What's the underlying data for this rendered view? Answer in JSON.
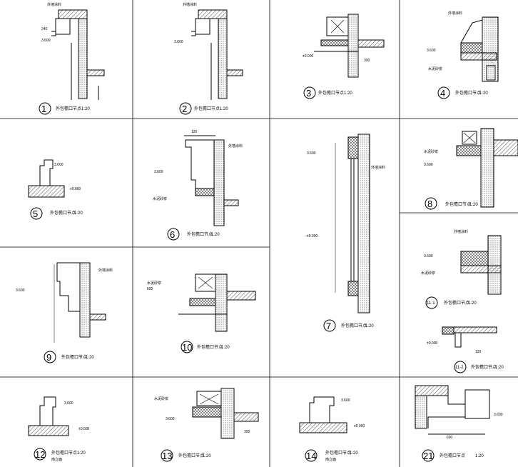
{
  "details": [
    {
      "id": "d1",
      "number": "1",
      "title": "外包檐口节点",
      "scale": "1:20"
    },
    {
      "id": "d2",
      "number": "2",
      "title": "外包檐口节点",
      "scale": "1:20"
    },
    {
      "id": "d3",
      "number": "3",
      "title": "外包檐口节点",
      "scale": "1:20"
    },
    {
      "id": "d4",
      "number": "4",
      "title": "外包檐口节点",
      "scale": "1:20"
    },
    {
      "id": "d5",
      "number": "5",
      "title": "外包檐口节点",
      "scale": "1:20"
    },
    {
      "id": "d6",
      "number": "6",
      "title": "外包檐口节点",
      "scale": "1:20"
    },
    {
      "id": "d7",
      "number": "7",
      "title": "外包檐口节点",
      "scale": "1:20"
    },
    {
      "id": "d8",
      "number": "8",
      "title": "外包檐口节点",
      "scale": "1:20"
    },
    {
      "id": "d9",
      "number": "9",
      "title": "外包檐口节点",
      "scale": "1:20"
    },
    {
      "id": "d10",
      "number": "10",
      "title": "外包檐口节点",
      "scale": "1:20"
    },
    {
      "id": "d11a",
      "number": "11-1",
      "title": "外包檐口节点",
      "scale": "1:20"
    },
    {
      "id": "d11b",
      "number": "11-2",
      "title": "外包檐口节点",
      "scale": "1:20"
    },
    {
      "id": "d12",
      "number": "12",
      "title": "外包檐口节点",
      "scale": "1:20",
      "subtitle": "南立面"
    },
    {
      "id": "d13",
      "number": "13",
      "title": "外包檐口节点",
      "scale": "1:20"
    },
    {
      "id": "d14",
      "number": "14",
      "title": "外包檐口节点",
      "scale": "1:20",
      "subtitle": "南立面"
    },
    {
      "id": "d21",
      "number": "21",
      "title": "外包檐口节点",
      "scale": "1:20"
    }
  ],
  "annotations": {
    "finish": "外墙涂料",
    "elev_a": "±0.000",
    "elev_b": "3.600",
    "dim_a": "120",
    "dim_b": "240",
    "dim_c": "300",
    "dim_d": "600",
    "note": "水泥砂浆"
  },
  "colors": {
    "line": "#000000",
    "paper": "#ffffff"
  }
}
